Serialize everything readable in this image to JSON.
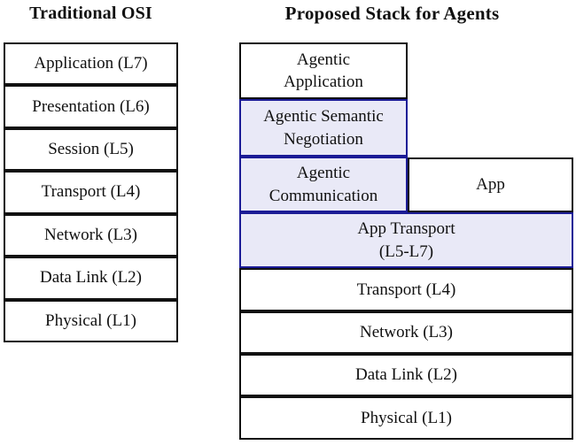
{
  "titles": {
    "left": "Traditional OSI",
    "right": "Proposed Stack for Agents"
  },
  "left_stack": {
    "layers": [
      "Application (L7)",
      "Presentation (L6)",
      "Session (L5)",
      "Transport (L4)",
      "Network (L3)",
      "Data Link (L2)",
      "Physical (L1)"
    ]
  },
  "right_stack": {
    "boxes": [
      {
        "label": "Agentic\nApplication",
        "highlighted": false
      },
      {
        "label": "Agentic Semantic\nNegotiation",
        "highlighted": true
      },
      {
        "label": "Agentic\nCommunication",
        "highlighted": true
      },
      {
        "label": "App",
        "highlighted": false
      },
      {
        "label": "App Transport\n(L5-L7)",
        "highlighted": true
      },
      {
        "label": "Transport (L4)",
        "highlighted": false
      },
      {
        "label": "Network (L3)",
        "highlighted": false
      },
      {
        "label": "Data Link (L2)",
        "highlighted": false
      },
      {
        "label": "Physical (L1)",
        "highlighted": false
      }
    ]
  },
  "colors": {
    "highlight_fill": "#e9e9f7",
    "highlight_border": "#1b1b96",
    "box_border": "#111111",
    "background": "#ffffff"
  }
}
